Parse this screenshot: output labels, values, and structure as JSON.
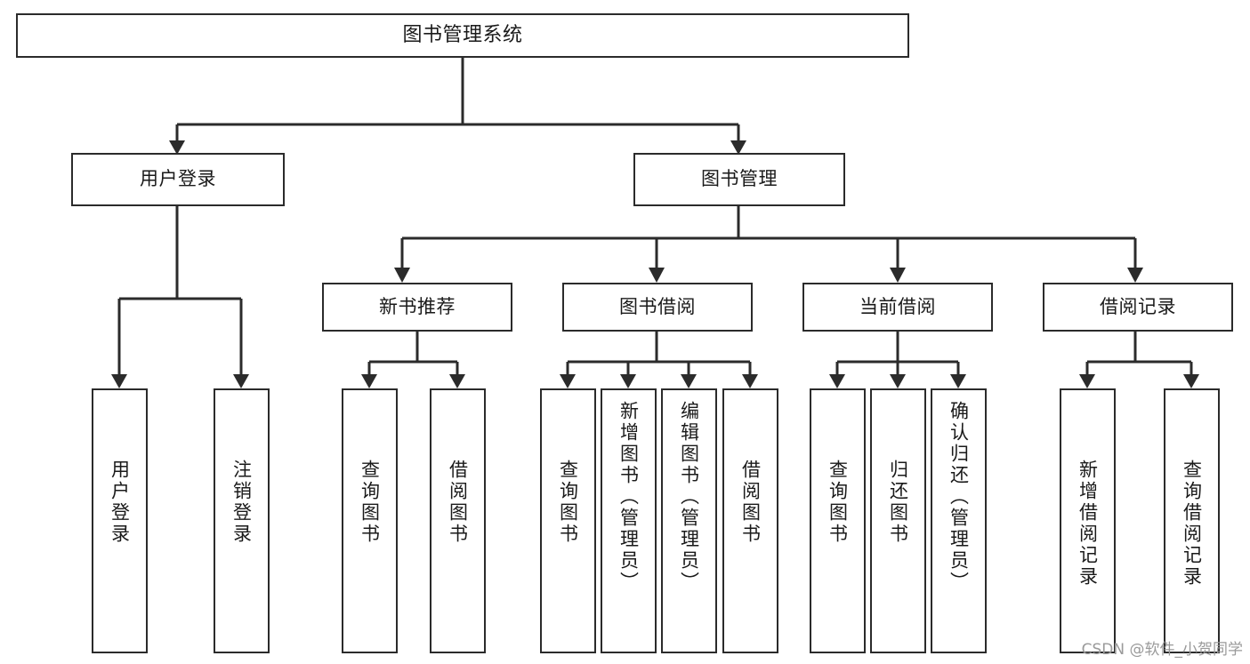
{
  "diagram": {
    "title": "图书管理系统",
    "type": "tree",
    "root": {
      "id": "root",
      "label": "图书管理系统"
    },
    "level2": [
      {
        "id": "user-login",
        "label": "用户登录"
      },
      {
        "id": "book-manage",
        "label": "图书管理"
      }
    ],
    "level3": [
      {
        "id": "new-book-recommend",
        "label": "新书推荐"
      },
      {
        "id": "book-borrow",
        "label": "图书借阅"
      },
      {
        "id": "current-borrow",
        "label": "当前借阅"
      },
      {
        "id": "borrow-record",
        "label": "借阅记录"
      }
    ],
    "leaves": {
      "user_login": [
        {
          "id": "leaf-user-login",
          "label": "用户登录"
        },
        {
          "id": "leaf-logout-login",
          "label": "注销登录"
        }
      ],
      "new_book_recommend": [
        {
          "id": "leaf-query-book-1",
          "label": "查询图书"
        },
        {
          "id": "leaf-borrow-book-1",
          "label": "借阅图书"
        }
      ],
      "book_borrow": [
        {
          "id": "leaf-query-book-2",
          "label": "查询图书"
        },
        {
          "id": "leaf-add-book",
          "label": "新增图书（管理员）"
        },
        {
          "id": "leaf-edit-book",
          "label": "编辑图书（管理员）"
        },
        {
          "id": "leaf-borrow-book-2",
          "label": "借阅图书"
        }
      ],
      "current_borrow": [
        {
          "id": "leaf-query-book-3",
          "label": "查询图书"
        },
        {
          "id": "leaf-return-book",
          "label": "归还图书"
        },
        {
          "id": "leaf-confirm-return",
          "label": "确认归还（管理员）"
        }
      ],
      "borrow_record": [
        {
          "id": "leaf-add-record",
          "label": "新增借阅记录"
        },
        {
          "id": "leaf-query-record",
          "label": "查询借阅记录"
        }
      ]
    }
  },
  "watermark": {
    "text": "CSDN @软件_小贺同学"
  },
  "colors": {
    "stroke": "#2b2b2b",
    "background": "#ffffff",
    "text": "#1a1a1a",
    "watermark": "#9a9a9a"
  }
}
